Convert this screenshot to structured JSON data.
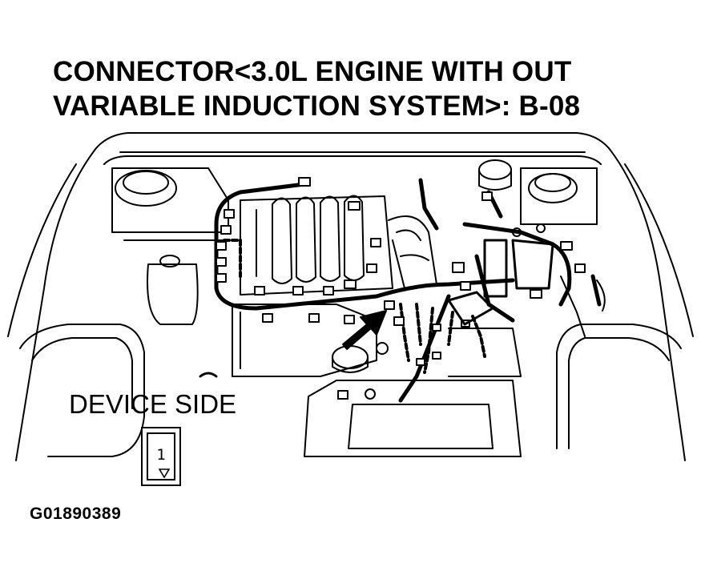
{
  "title": {
    "line1": "CONNECTOR<3.0L ENGINE WITH OUT",
    "line2": "VARIABLE INDUCTION SYSTEM>: B-08"
  },
  "device_side": {
    "label": "DEVICE SIDE",
    "pin_number": "1"
  },
  "figure_id": "G01890389"
}
